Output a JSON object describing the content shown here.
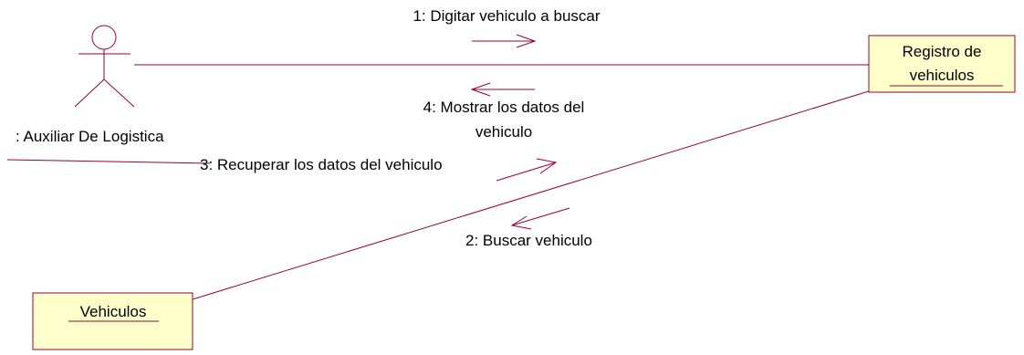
{
  "diagram": {
    "type": "uml-collaboration-diagram",
    "colors": {
      "line": "#990033",
      "object_fill": "#FFFFCC",
      "text": "#000000",
      "background": "#FFFFFF"
    },
    "actor": {
      "name": ": Auxiliar De Logistica",
      "icon": "stick-figure-actor-icon"
    },
    "objects": {
      "registro": {
        "name_line1": "Registro de",
        "name_line2": "vehiculos"
      },
      "vehiculos": {
        "name": "Vehiculos"
      }
    },
    "links": [
      {
        "from": "actor",
        "to": "registro"
      },
      {
        "from": "registro",
        "to": "vehiculos"
      }
    ],
    "messages": {
      "m1": {
        "label": "1: Digitar vehiculo a buscar",
        "direction": "actor-to-registro",
        "icon": "arrow-right-icon"
      },
      "m2": {
        "label": "2: Buscar vehiculo",
        "direction": "registro-to-vehiculos",
        "icon": "arrow-down-left-icon"
      },
      "m3": {
        "label": "3: Recuperar los datos del vehiculo",
        "direction": "vehiculos-to-registro",
        "icon": "arrow-up-right-icon"
      },
      "m4": {
        "label_line1": "4: Mostrar los datos del",
        "label_line2": "vehiculo",
        "direction": "registro-to-actor",
        "icon": "arrow-left-icon"
      }
    }
  }
}
